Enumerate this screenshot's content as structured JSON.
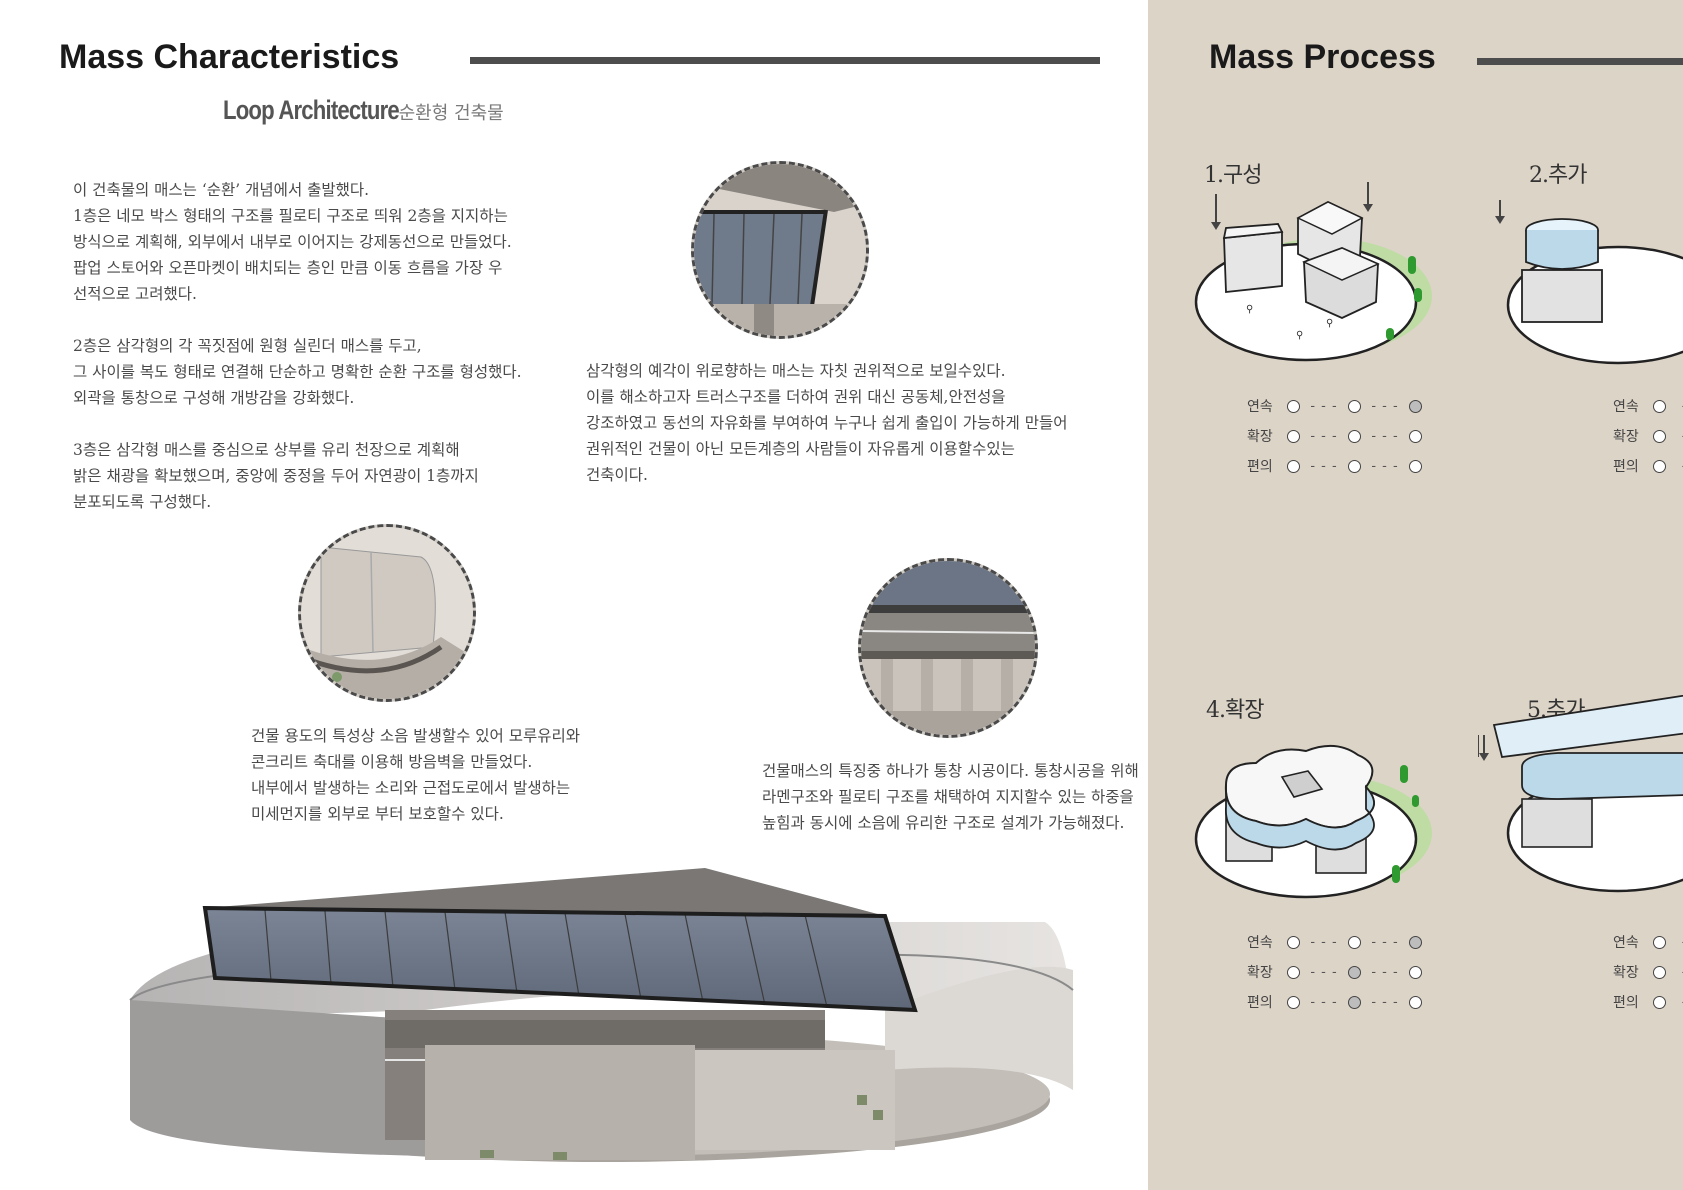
{
  "left": {
    "title": "Mass Characteristics",
    "subtitle_en": "Loop Architecture",
    "subtitle_ko": "순환형 건축물",
    "para1": [
      "이 건축물의 매스는 ‘순환’ 개념에서 출발했다.",
      "1층은 네모 박스 형태의 구조를 필로티 구조로 띄워 2층을 지지하는",
      "방식으로 계획해, 외부에서 내부로 이어지는 강제동선으로 만들었다.",
      "팝업 스토어와 오픈마켓이 배치되는 층인 만큼 이동 흐름을 가장 우",
      "선적으로 고려했다."
    ],
    "para2": [
      "2층은 삼각형의 각 꼭짓점에 원형 실린더 매스를 두고,",
      "그 사이를 복도 형태로 연결해 단순하고 명확한 순환 구조를 형성했다.",
      "외곽을 통창으로 구성해 개방감을 강화했다."
    ],
    "para3": [
      "3층은 삼각형 매스를 중심으로 상부를 유리 천장으로 계획해",
      "밝은 채광을 확보했으며, 중앙에 중정을 두어 자연광이 1층까지",
      "분포되도록 구성했다."
    ],
    "note_top": [
      "삼각형의 예각이 위로향하는 매스는 자칫 권위적으로 보일수있다.",
      "이를 해소하고자 트러스구조를 더하여 권위 대신 공동체,안전성을",
      "강조하였고 동선의 자유화를 부여하여 누구나 쉽게 출입이 가능하게 만들어",
      "권위적인 건물이 아닌 모든계층의 사람들이 자유롭게 이용할수있는",
      "건축이다."
    ],
    "note_left": [
      "건물 용도의 특성상 소음 발생할수 있어 모루유리와",
      "콘크리트 축대를 이용해 방음벽을 만들었다.",
      "내부에서 발생하는 소리와 근접도로에서 발생하는",
      "미세먼지를 외부로 부터 보호할수 있다."
    ],
    "note_right": [
      "건물매스의 특징중 하나가 통창 시공이다. 통창시공을 위해",
      "라멘구조와 필로티 구조를 채택하여 지지할수 있는 하중을",
      "높힘과 동시에 소음에 유리한 구조로 설계가 가능해졌다."
    ]
  },
  "right": {
    "title": "Mass Process",
    "steps": [
      {
        "label": "1.구성",
        "ratings": [
          {
            "label": "연속",
            "filled": [
              false,
              false,
              true
            ]
          },
          {
            "label": "확장",
            "filled": [
              false,
              false,
              false
            ]
          },
          {
            "label": "편의",
            "filled": [
              false,
              false,
              false
            ]
          }
        ]
      },
      {
        "label": "2.추가",
        "ratings": [
          {
            "label": "연속",
            "filled": [
              false
            ]
          },
          {
            "label": "확장",
            "filled": [
              false
            ]
          },
          {
            "label": "편의",
            "filled": [
              false
            ]
          }
        ]
      },
      {
        "label": "4.확장",
        "ratings": [
          {
            "label": "연속",
            "filled": [
              false,
              false,
              true
            ]
          },
          {
            "label": "확장",
            "filled": [
              false,
              true,
              false
            ]
          },
          {
            "label": "편의",
            "filled": [
              false,
              true,
              false
            ]
          }
        ]
      },
      {
        "label": "5.추가",
        "ratings": [
          {
            "label": "연속",
            "filled": [
              false
            ]
          },
          {
            "label": "확장",
            "filled": [
              false
            ]
          },
          {
            "label": "편의",
            "filled": [
              false
            ]
          }
        ]
      }
    ]
  },
  "colors": {
    "panel_bg": "#ddd4c8",
    "rule": "#4d4d4d",
    "glass": "#bcd9ea",
    "green": "#2f9a2f"
  },
  "icons": [
    "section-detail-bubble",
    "isometric-mass-diagram",
    "building-render",
    "direction-arrow-icon",
    "tree-icon",
    "person-icon"
  ]
}
